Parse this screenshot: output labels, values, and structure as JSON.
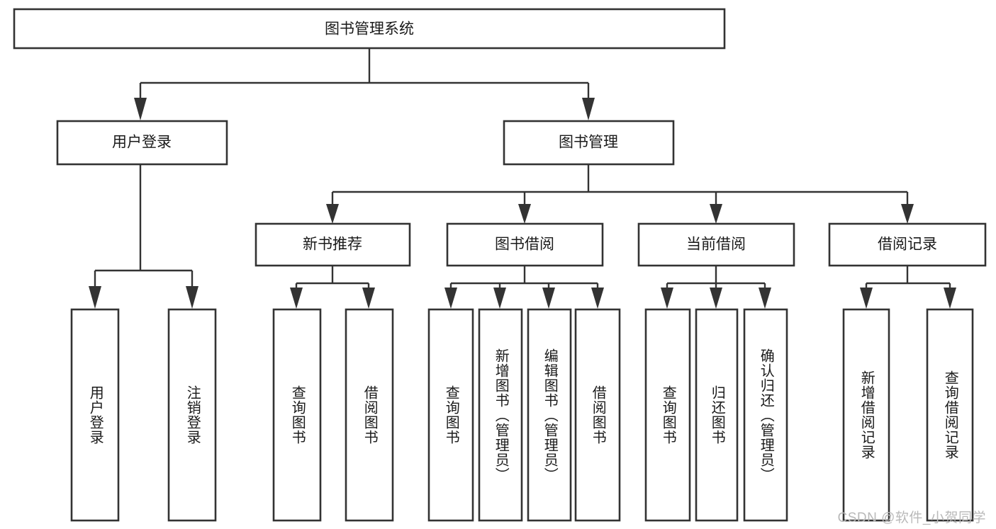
{
  "diagram": {
    "title": "图书管理系统",
    "type": "tree-hierarchy-chart",
    "orientation": "top-down",
    "colors": {
      "node_stroke": "#333333",
      "node_fill": "#ffffff",
      "text": "#1a1a1a",
      "background": "#ffffff",
      "watermark": "#b9b9b9"
    }
  },
  "root": {
    "label": "图书管理系统"
  },
  "level2": [
    {
      "label": "用户登录"
    },
    {
      "label": "图书管理"
    }
  ],
  "level3": [
    {
      "label": "新书推荐"
    },
    {
      "label": "图书借阅"
    },
    {
      "label": "当前借阅"
    },
    {
      "label": "借阅记录"
    }
  ],
  "leaves": {
    "user_login": [
      {
        "label": "用户登录"
      },
      {
        "label": "注销登录"
      }
    ],
    "new_book_recommend": [
      {
        "label": "查询图书"
      },
      {
        "label": "借阅图书"
      }
    ],
    "book_borrow": [
      {
        "label": "查询图书"
      },
      {
        "label": "新增图书（管理员）"
      },
      {
        "label": "编辑图书（管理员）"
      },
      {
        "label": "借阅图书"
      }
    ],
    "current_borrow": [
      {
        "label": "查询图书"
      },
      {
        "label": "归还图书"
      },
      {
        "label": "确认归还（管理员）"
      }
    ],
    "borrow_record": [
      {
        "label": "新增借阅记录"
      },
      {
        "label": "查询借阅记录"
      }
    ]
  },
  "watermark": {
    "text": "CSDN @软件_小贺同学"
  }
}
